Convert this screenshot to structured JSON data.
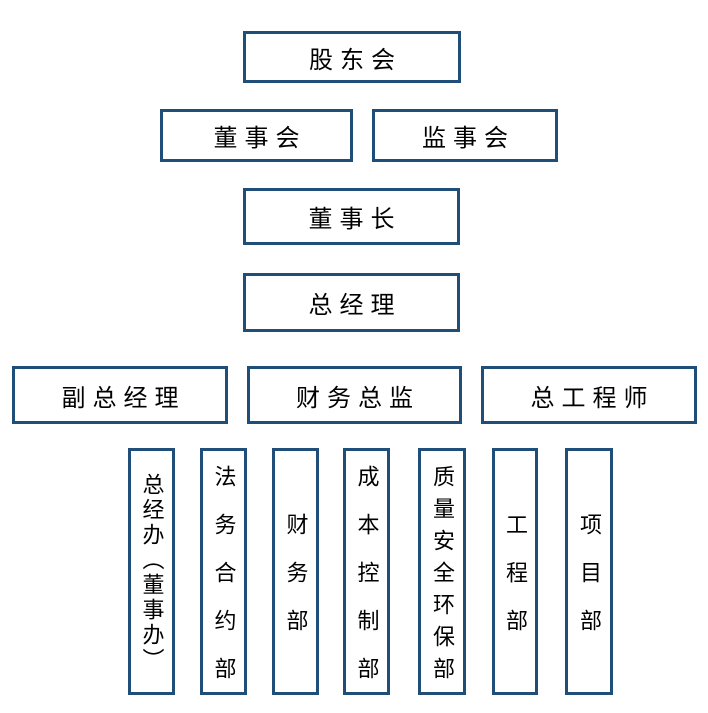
{
  "palette": {
    "border": "#1f4e79",
    "text": "#000000",
    "background": "#ffffff"
  },
  "org": {
    "shareholders": "股东会",
    "board_of_directors": "董事会",
    "supervisory_board": "监事会",
    "chairman": "董事长",
    "general_manager": "总经理",
    "deputy_general_manager": "副总经理",
    "finance_director": "财务总监",
    "chief_engineer": "总工程师",
    "departments": [
      "总经办（董事办）",
      "法务合约部",
      "财务部",
      "成本控制部",
      "质量安全环保部",
      "工程部",
      "项目部"
    ]
  }
}
